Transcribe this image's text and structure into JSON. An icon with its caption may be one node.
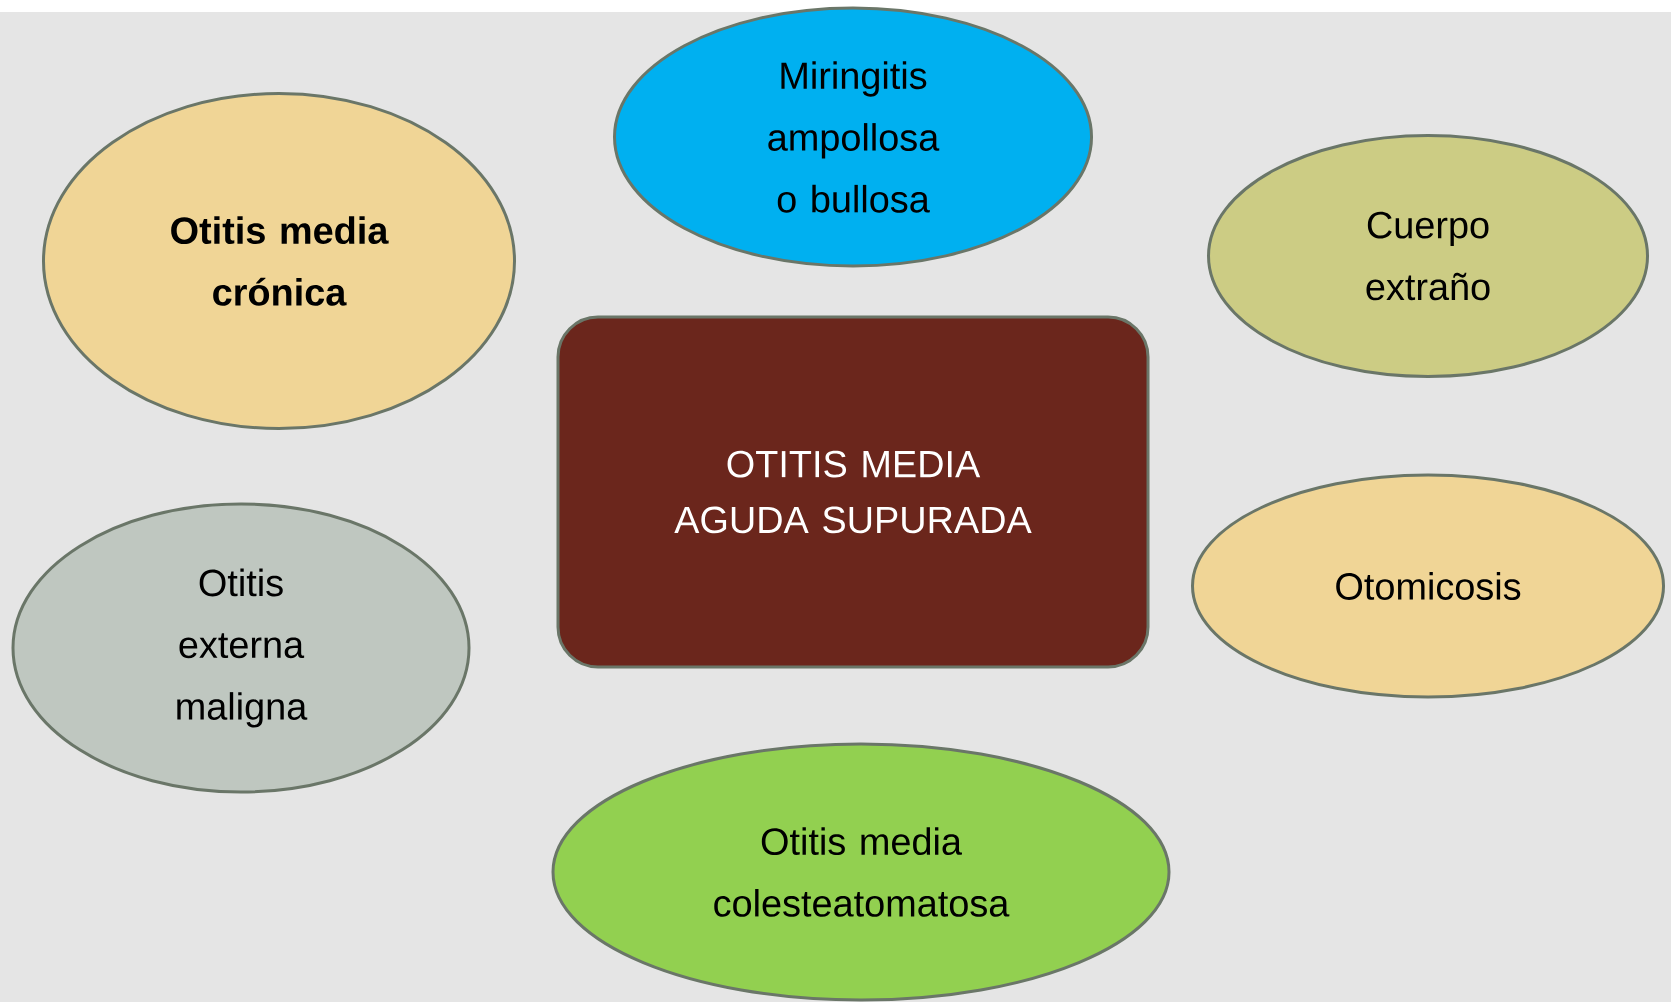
{
  "diagram": {
    "nodes": [
      {
        "text": [
          "Miringitis ampollosa o bullosa"
        ]
      },
      {
        "text": [
          "Otitis media crónica"
        ]
      },
      {
        "text": [
          "Cuerpo extraño"
        ]
      },
      {
        "text": [
          "OTITIS MEDIA AGUDA SUPURADA"
        ]
      },
      {
        "text": [
          "Otitis externa maligna"
        ]
      },
      {
        "text": [
          "Otomicosis"
        ]
      },
      {
        "text": [
          "Otitis media colesteatomatosa"
        ]
      }
    ]
  }
}
